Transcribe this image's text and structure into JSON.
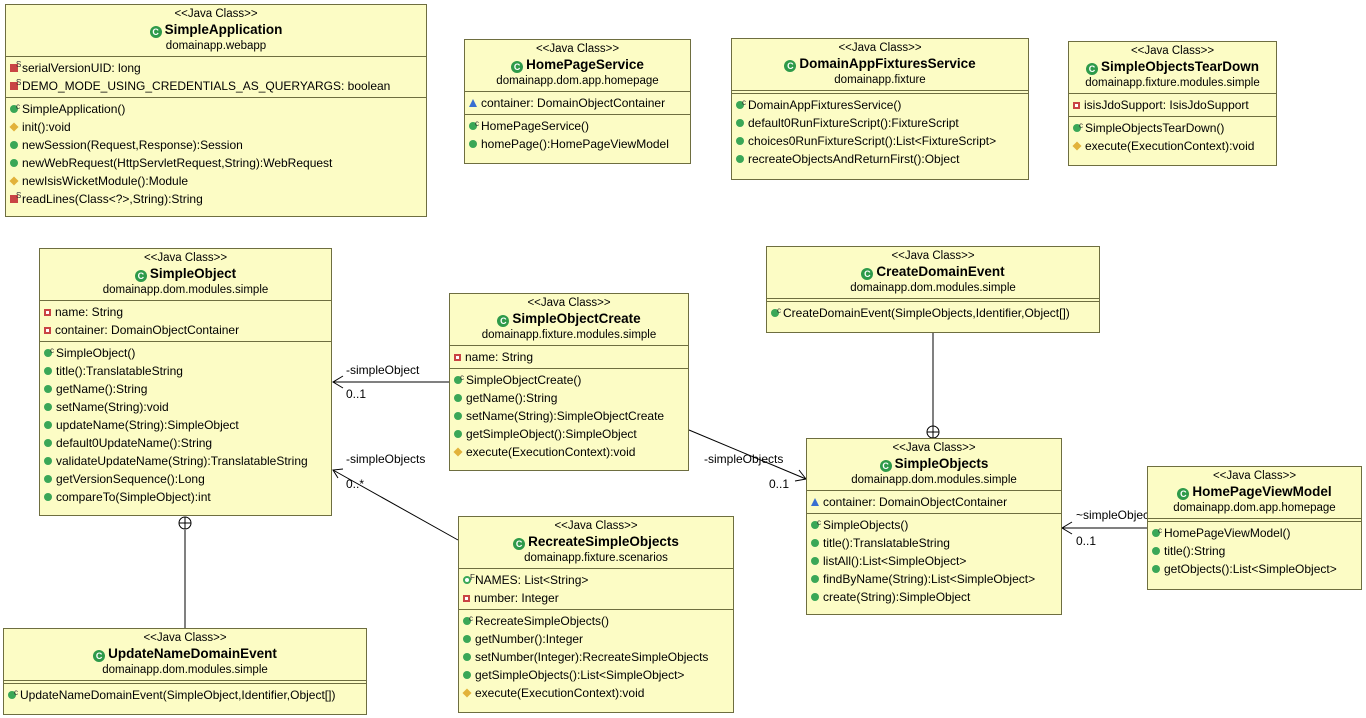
{
  "stereotype": "<<Java Class>>",
  "classes": {
    "simple_application": {
      "name": "SimpleApplication",
      "package": "domainapp.webapp",
      "fields": [
        "serialVersionUID: long",
        "DEMO_MODE_USING_CREDENTIALS_AS_QUERYARGS: boolean"
      ],
      "methods": [
        "SimpleApplication()",
        "init():void",
        "newSession(Request,Response):Session",
        "newWebRequest(HttpServletRequest,String):WebRequest",
        "newIsisWicketModule():Module",
        "readLines(Class<?>,String):String"
      ]
    },
    "home_page_service": {
      "name": "HomePageService",
      "package": "domainapp.dom.app.homepage",
      "fields": [
        "container: DomainObjectContainer"
      ],
      "methods": [
        "HomePageService()",
        "homePage():HomePageViewModel"
      ]
    },
    "domain_app_fixtures_service": {
      "name": "DomainAppFixturesService",
      "package": "domainapp.fixture",
      "methods": [
        "DomainAppFixturesService()",
        "default0RunFixtureScript():FixtureScript",
        "choices0RunFixtureScript():List<FixtureScript>",
        "recreateObjectsAndReturnFirst():Object"
      ]
    },
    "simple_objects_tear_down": {
      "name": "SimpleObjectsTearDown",
      "package": "domainapp.fixture.modules.simple",
      "fields": [
        "isisJdoSupport: IsisJdoSupport"
      ],
      "methods": [
        "SimpleObjectsTearDown()",
        "execute(ExecutionContext):void"
      ]
    },
    "simple_object": {
      "name": "SimpleObject",
      "package": "domainapp.dom.modules.simple",
      "fields": [
        "name: String",
        "container: DomainObjectContainer"
      ],
      "methods": [
        "SimpleObject()",
        "title():TranslatableString",
        "getName():String",
        "setName(String):void",
        "updateName(String):SimpleObject",
        "default0UpdateName():String",
        "validateUpdateName(String):TranslatableString",
        "getVersionSequence():Long",
        "compareTo(SimpleObject):int"
      ]
    },
    "simple_object_create": {
      "name": "SimpleObjectCreate",
      "package": "domainapp.fixture.modules.simple",
      "fields": [
        "name: String"
      ],
      "methods": [
        "SimpleObjectCreate()",
        "getName():String",
        "setName(String):SimpleObjectCreate",
        "getSimpleObject():SimpleObject",
        "execute(ExecutionContext):void"
      ]
    },
    "create_domain_event": {
      "name": "CreateDomainEvent",
      "package": "domainapp.dom.modules.simple",
      "methods": [
        "CreateDomainEvent(SimpleObjects,Identifier,Object[])"
      ]
    },
    "simple_objects": {
      "name": "SimpleObjects",
      "package": "domainapp.dom.modules.simple",
      "fields": [
        "container: DomainObjectContainer"
      ],
      "methods": [
        "SimpleObjects()",
        "title():TranslatableString",
        "listAll():List<SimpleObject>",
        "findByName(String):List<SimpleObject>",
        "create(String):SimpleObject"
      ]
    },
    "home_page_view_model": {
      "name": "HomePageViewModel",
      "package": "domainapp.dom.app.homepage",
      "methods": [
        "HomePageViewModel()",
        "title():String",
        "getObjects():List<SimpleObject>"
      ]
    },
    "recreate_simple_objects": {
      "name": "RecreateSimpleObjects",
      "package": "domainapp.fixture.scenarios",
      "fields": [
        "NAMES: List<String>",
        "number: Integer"
      ],
      "methods": [
        "RecreateSimpleObjects()",
        "getNumber():Integer",
        "setNumber(Integer):RecreateSimpleObjects",
        "getSimpleObjects():List<SimpleObject>",
        "execute(ExecutionContext):void"
      ]
    },
    "update_name_domain_event": {
      "name": "UpdateNameDomainEvent",
      "package": "domainapp.dom.modules.simple",
      "methods": [
        "UpdateNameDomainEvent(SimpleObject,Identifier,Object[])"
      ]
    }
  },
  "associations": {
    "create_to_object": {
      "role": "-simpleObject",
      "mult": "0..1"
    },
    "recreate_to_object": {
      "role": "-simpleObjects",
      "mult": "0..*"
    },
    "create_to_objects": {
      "role": "-simpleObjects",
      "mult": "0..1"
    },
    "viewmodel_to_objects": {
      "role": "~simpleObjects",
      "mult": "0..1"
    }
  }
}
